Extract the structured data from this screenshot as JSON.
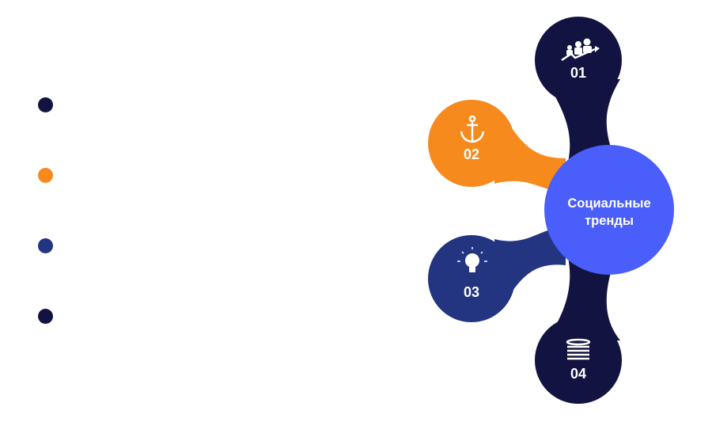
{
  "colors": {
    "dark": "#131342",
    "orange": "#F68A1C",
    "blue": "#233480",
    "center": "#4A5EFC"
  },
  "legend_dots": [
    {
      "color": "#131342"
    },
    {
      "color": "#F68A1C"
    },
    {
      "color": "#233480"
    },
    {
      "color": "#131342"
    }
  ],
  "center": {
    "line1": "Социальные",
    "line2": "тренды"
  },
  "nodes": [
    {
      "number": "01",
      "icon": "team-growth-icon"
    },
    {
      "number": "02",
      "icon": "anchor-icon"
    },
    {
      "number": "03",
      "icon": "lightbulb-icon"
    },
    {
      "number": "04",
      "icon": "database-icon"
    }
  ]
}
